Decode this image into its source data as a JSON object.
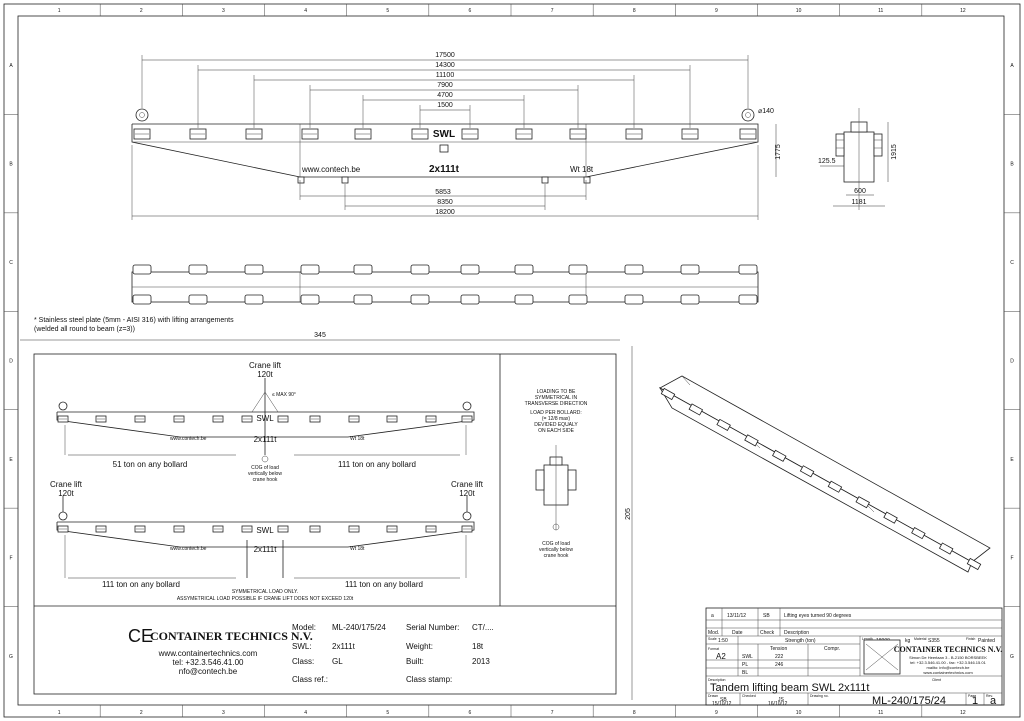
{
  "frame": {
    "cols": [
      "1",
      "2",
      "3",
      "4",
      "5",
      "6",
      "7",
      "8",
      "9",
      "10",
      "11",
      "12"
    ],
    "rows": [
      "A",
      "B",
      "C",
      "D",
      "E",
      "F",
      "G"
    ]
  },
  "top_view": {
    "dims_top": [
      "17500",
      "14300",
      "11100",
      "7900",
      "4700",
      "1500"
    ],
    "dims_bottom": [
      "5853",
      "8350",
      "18200"
    ],
    "swl": "SWL",
    "capacity": "2x111t",
    "website": "www.contech.be",
    "weight": "Wt 18t",
    "eye_dim": "⌀140",
    "height_dim": "1775"
  },
  "side_view": {
    "dims": [
      "1915",
      "125.5",
      "600",
      "1181"
    ]
  },
  "note": {
    "line1": "* Stainless steel plate (5mm - AISI 316) with lifting arrangements",
    "line2": "(welded all round to beam (z=3))"
  },
  "detail": {
    "width_dim": "345",
    "height_dim": "205",
    "crane_lift": "Crane lift",
    "crane_120": "120t",
    "max_angle": "≤ MAX 90°",
    "swl": "SWL",
    "capacity": "2x111t",
    "website": "www.contech.be",
    "weight": "Wt 18t",
    "cog": "COG of load vertically below crane hook",
    "cog_l1": "COG of load",
    "cog_l2": "vertically below",
    "cog_l3": "crane hook",
    "load_51": "51 ton on any bollard",
    "load_111": "111 ton on any bollard",
    "sym_1": "SYMMETRICAL LOAD ONLY.",
    "sym_2": "ASSYMETRICAL LOAD POSSIBLE IF CRANE LIFT DOES NOT EXCEED 120t",
    "note_1": "LOADING TO BE",
    "note_2": "SYMMETRICAL IN",
    "note_3": "TRANSVERSE DIRECTION",
    "note_4": "LOAD PER BOLLARD:",
    "note_5": "(= 12/8 max)",
    "note_6": "DEVIDED EQUALY",
    "note_7": "ON EACH SIDE"
  },
  "company": {
    "ce": "CE",
    "name": "CONTAINER TECHNICS N.V.",
    "web": "www.containertechnics.com",
    "tel": "tel: +32.3.546.41.00",
    "mail": "nfo@contech.be"
  },
  "plate": {
    "model_label": "Model:",
    "model": "ML-240/175/24",
    "swl_label": "SWL:",
    "swl": "2x111t",
    "class_label": "Class:",
    "class": "GL",
    "classref_label": "Class ref.:",
    "serial_label": "Serial Number:",
    "serial": "CT/....",
    "weight_label": "Weight:",
    "weight": "18t",
    "built_label": "Built:",
    "built": "2013",
    "stamp_label": "Class stamp:"
  },
  "title_block": {
    "rev": "a",
    "rev_date": "13/11/12",
    "rev_check": "SB",
    "rev_desc": "Lifting eyes turned 90 degrees",
    "h_mod": "Mod.",
    "h_date": "Date",
    "h_check": "Check",
    "h_desc": "Description",
    "scale_label": "Scale",
    "scale": "1:50",
    "strength": "Strength (ton)",
    "tension": "Tension",
    "compr": "Compr.",
    "length_label": "Length",
    "length": "18000",
    "kg": "kg",
    "material_label": "Material",
    "material": "S355",
    "finish_label": "Finish",
    "finish": "Painted",
    "format_label": "Format",
    "format": "A2",
    "swl_row": "SWL",
    "swl_val": "222",
    "pl_row": "PL",
    "pl_val": "246",
    "bl_row": "BL",
    "bl_val": "",
    "logo_name": "CONTAINER TECHNICS N.V.",
    "addr1": "Simon De Heerlaan 3 - B-2150 BORSBEEK",
    "addr2": "tel: +32.3.546.41.00 - fax: +32.3.546.15.01",
    "addr3": "mailto: info@contech.be",
    "addr4": "www.containertechnics.com",
    "title_label": "Description",
    "title": "Tandem lifting beam SWL 2x111t",
    "drawn_label": "Drawn",
    "drawn": "SB",
    "drawn_date": "15/10/12",
    "checked_label": "Checked",
    "checked": "JS",
    "checked_date": "16/10/12",
    "dwg_label": "Drawing no.",
    "dwg": "ML-240/175/24",
    "page_label": "Page",
    "page": "1",
    "revno_label": "Rev.",
    "revno": "a",
    "client_label": "Client"
  }
}
